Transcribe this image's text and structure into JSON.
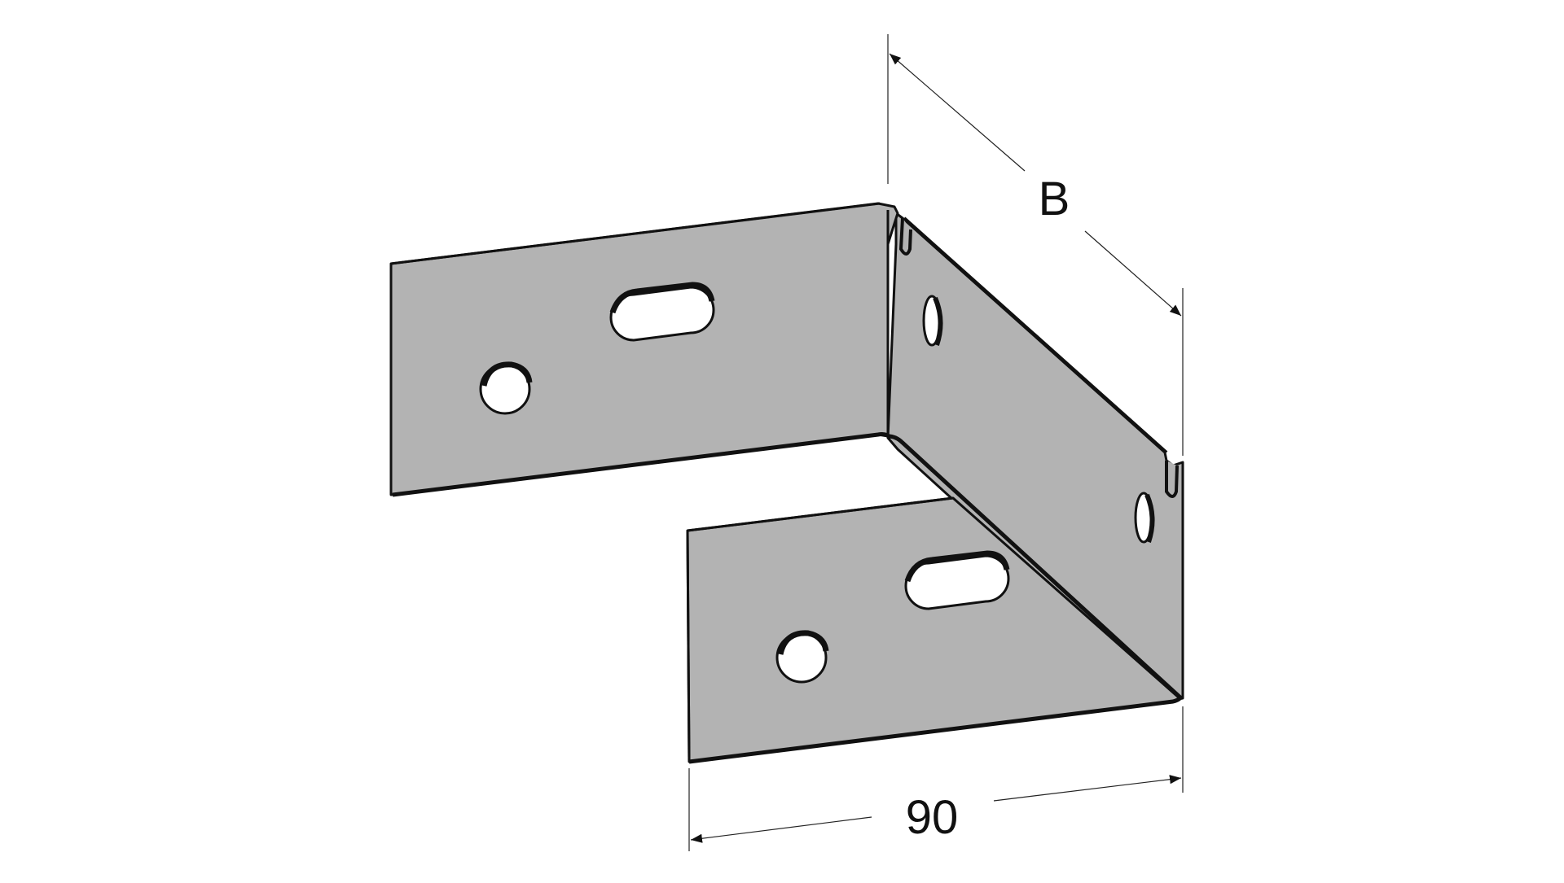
{
  "diagram": {
    "dimension_width_label": "B",
    "dimension_length_label": "90",
    "colors": {
      "background": "#ffffff",
      "plate_fill": "#b3b3b3",
      "outline": "#111111",
      "hole_fill": "#ffffff",
      "dimension_line": "#222222"
    },
    "parts": {
      "upper_flange": {
        "slot_count": 1,
        "hole_count": 1
      },
      "web": {
        "hole_count": 2,
        "notch_count": 2
      },
      "lower_flange": {
        "slot_count": 1,
        "hole_count": 1
      }
    }
  }
}
